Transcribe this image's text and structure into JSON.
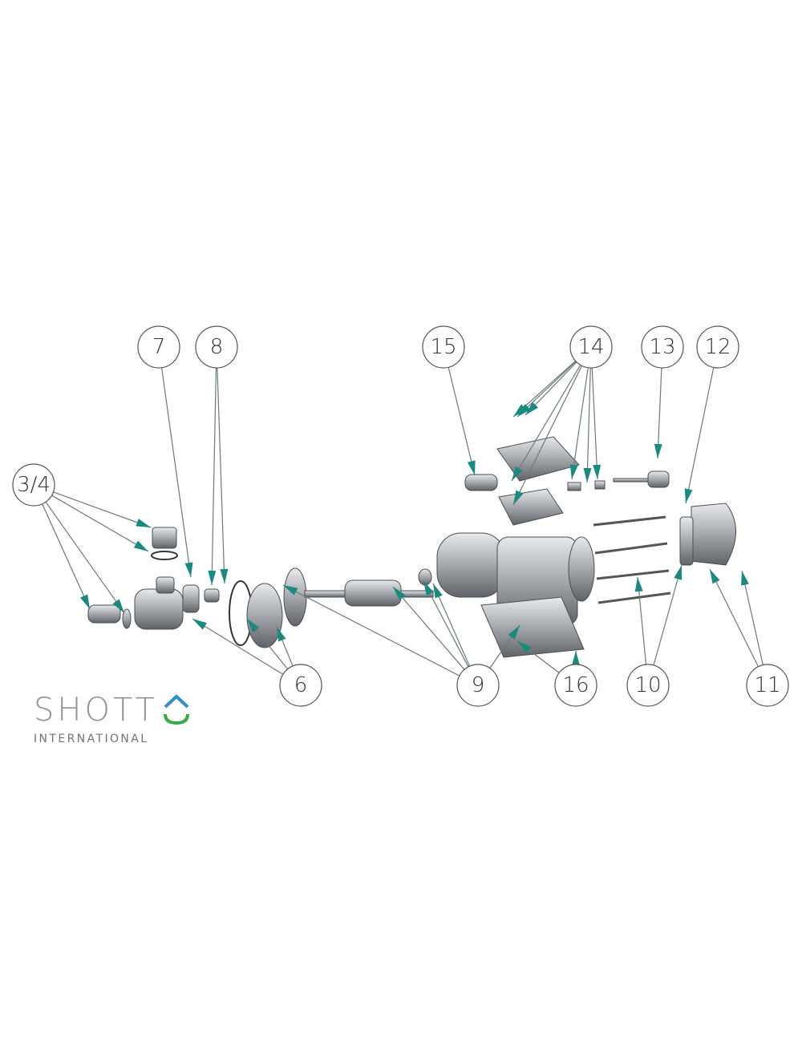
{
  "diagram": {
    "callouts": [
      {
        "id": "c7",
        "label": "7"
      },
      {
        "id": "c8",
        "label": "8"
      },
      {
        "id": "c34",
        "label": "3/4"
      },
      {
        "id": "c15",
        "label": "15"
      },
      {
        "id": "c14",
        "label": "14"
      },
      {
        "id": "c13",
        "label": "13"
      },
      {
        "id": "c12",
        "label": "12"
      },
      {
        "id": "c6",
        "label": "6"
      },
      {
        "id": "c9",
        "label": "9"
      },
      {
        "id": "c16",
        "label": "16"
      },
      {
        "id": "c10",
        "label": "10"
      },
      {
        "id": "c11",
        "label": "11"
      }
    ],
    "colors": {
      "arrow": "#1a8a80",
      "line": "#6a7a78",
      "part": "#9a9ea3",
      "part_dark": "#55595e",
      "circle": "#555555"
    }
  },
  "logo": {
    "main": "SHOTT",
    "sub": "INTERNATIONAL",
    "colors": {
      "roof": "#2f8fd0",
      "base": "#3aa845",
      "text": "#8f9497"
    }
  }
}
